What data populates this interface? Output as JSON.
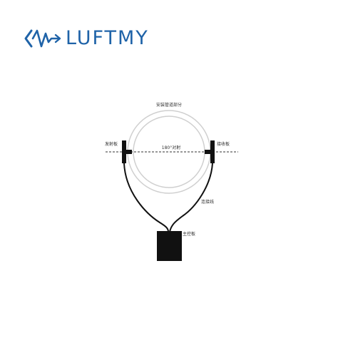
{
  "brand": {
    "name": "LUFTMY",
    "accent_color": "#1f63a8",
    "mark_icon": "luftmy-logo-mark"
  },
  "diagram": {
    "labels": {
      "pipe_section": "安装管道部分",
      "transmitter_board": "发射板",
      "receiver_board": "接收板",
      "alignment_180": "180°对射",
      "connecting_wire": "连接线",
      "control_board": "主控板"
    },
    "colors": {
      "pipe_ring": "#cfcfcf",
      "board": "#111111",
      "wire": "#111111",
      "axis": "#333333"
    }
  }
}
